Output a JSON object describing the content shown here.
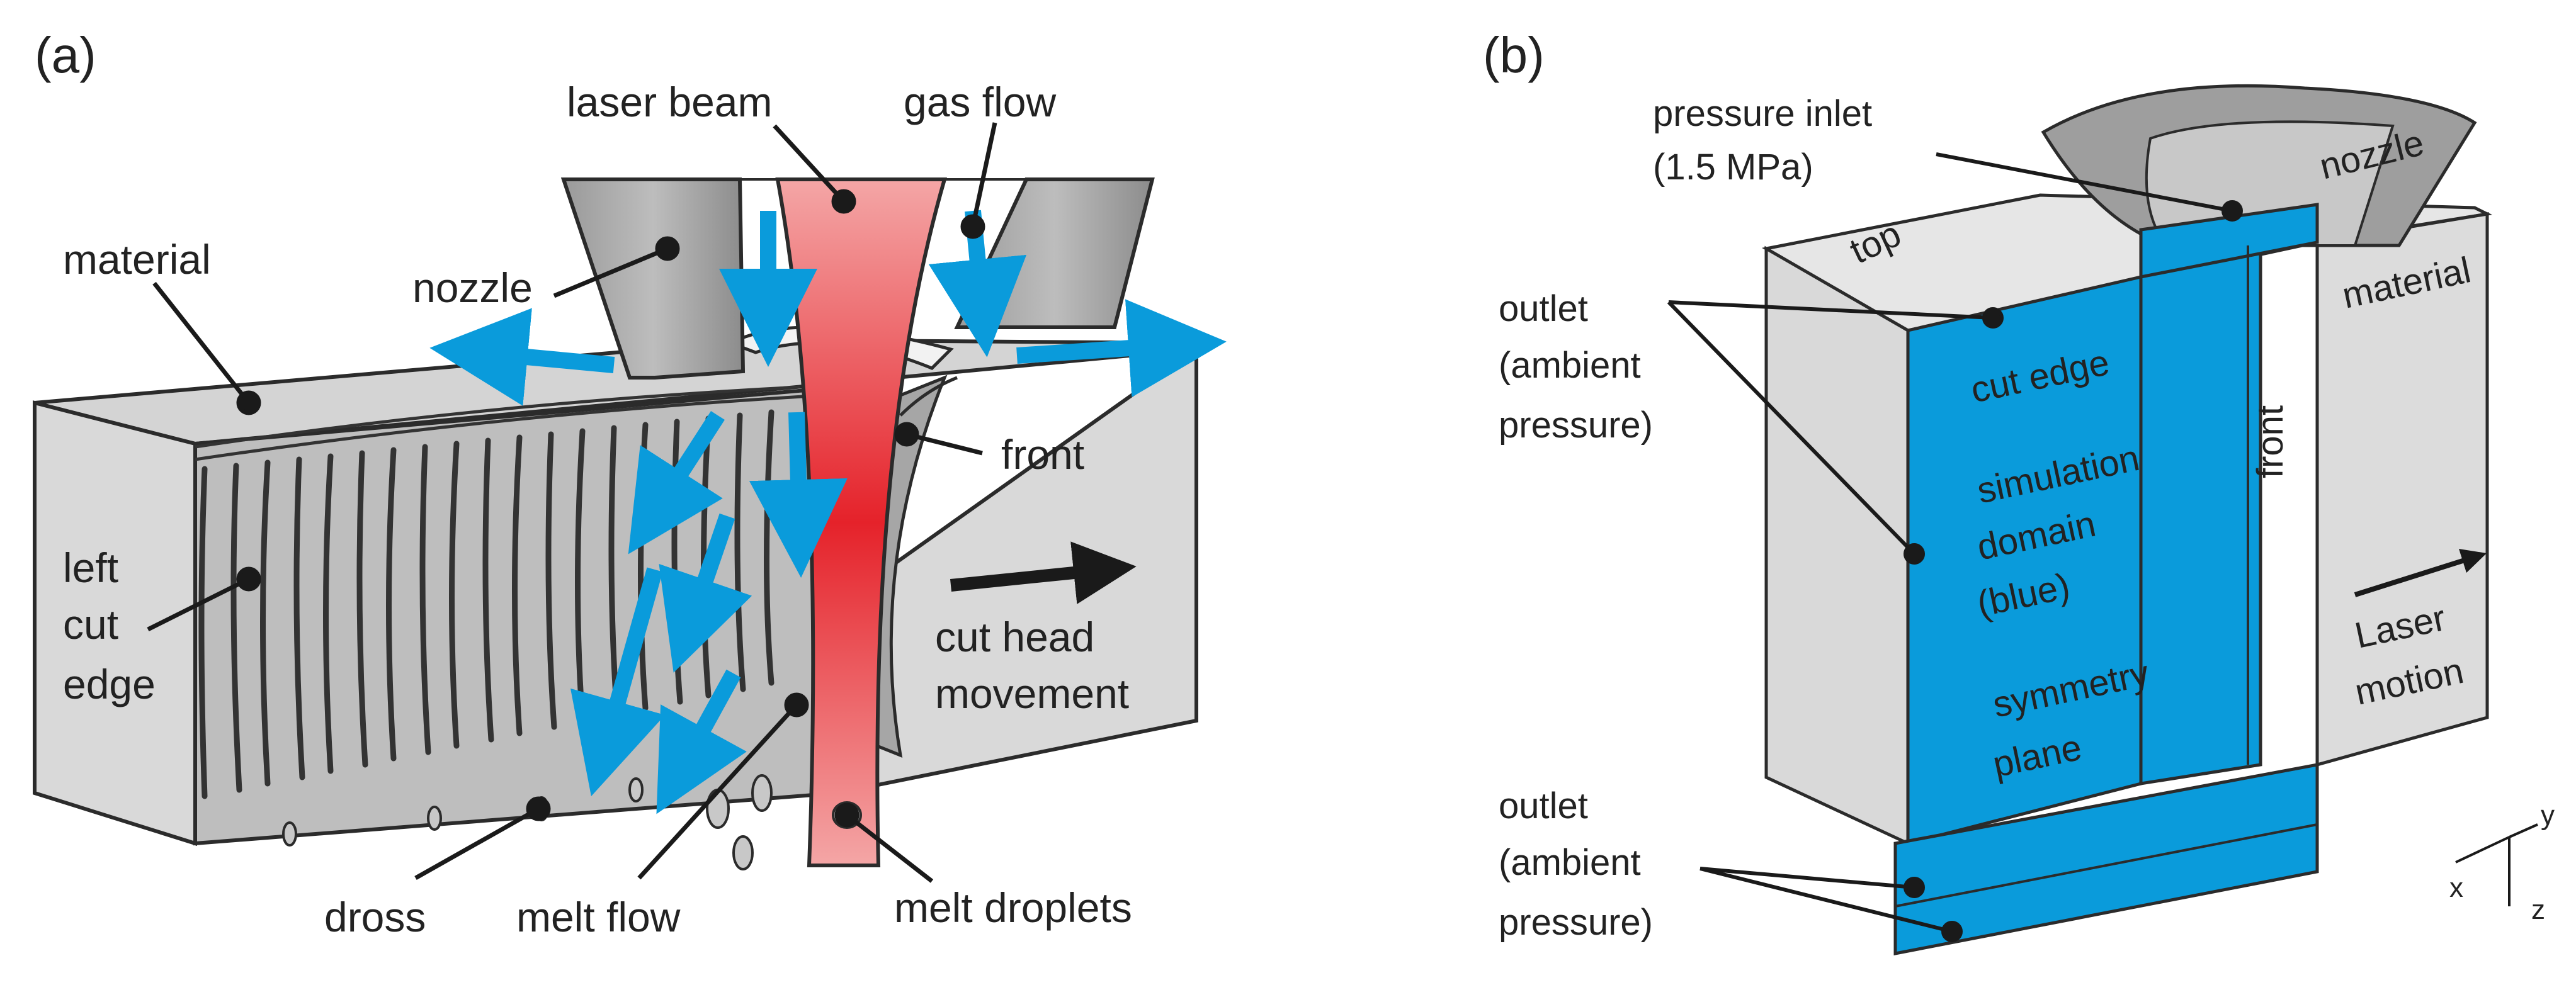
{
  "colors": {
    "blue": "#0A9BDB",
    "red": "#E5222A",
    "grey_light": "#D9D9D9",
    "grey_mid": "#A6A6A6",
    "grey_dark": "#7F7F7F",
    "outline": "#2B2B2B"
  },
  "panel_a": {
    "tag": "(a)",
    "labels": {
      "laser_beam": "laser beam",
      "gas_flow": "gas flow",
      "material": "material",
      "nozzle": "nozzle",
      "front": "front",
      "left": "left",
      "cut": "cut",
      "edge": "edge",
      "cut_head": "cut head",
      "movement": "movement",
      "dross": "dross",
      "melt_flow": "melt flow",
      "melt_droplets": "melt droplets"
    }
  },
  "panel_b": {
    "tag": "(b)",
    "labels": {
      "pressure_inlet": "pressure inlet",
      "pressure_value": "(1.5 MPa)",
      "nozzle": "nozzle",
      "top": "top",
      "material": "material",
      "outlet": "outlet",
      "ambient": "(ambient",
      "pressure": "pressure)",
      "cut_edge": "cut edge",
      "front": "front",
      "simulation": "simulation",
      "domain": "domain",
      "blue": "(blue)",
      "symmetry": "symmetry",
      "plane": "plane",
      "laser": "Laser",
      "motion": "motion",
      "outlet2": "outlet",
      "ambient2": "(ambient",
      "pressure2": "pressure)",
      "axis_y": "y",
      "axis_x": "x",
      "axis_z": "z"
    }
  }
}
